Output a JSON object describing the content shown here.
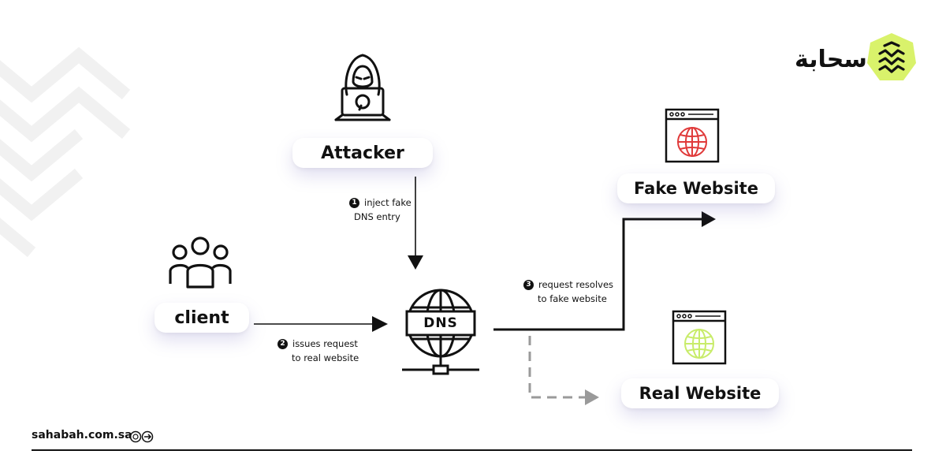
{
  "brand": {
    "name_ar": "سحابة",
    "accent": "#d9f26b"
  },
  "nodes": {
    "attacker": "Attacker",
    "client": "client",
    "fake_website": "Fake Website",
    "real_website": "Real Website",
    "dns": "DNS"
  },
  "steps": [
    {
      "num": "1",
      "line1": "inject fake",
      "line2": "DNS entry"
    },
    {
      "num": "2",
      "line1": "issues request",
      "line2": "to real website"
    },
    {
      "num": "3",
      "line1": "request resolves",
      "line2": "to fake website"
    }
  ],
  "footer": {
    "url": "sahabah.com.sa"
  },
  "colors": {
    "fake_globe": "#e03a3a",
    "real_globe": "#c8ec6a",
    "dashed": "#9a9a9a",
    "ink": "#111111"
  },
  "icons": [
    "hacker-icon",
    "users-icon",
    "dns-globe-icon",
    "browser-window-icon",
    "globe-icon",
    "logo-icon"
  ]
}
